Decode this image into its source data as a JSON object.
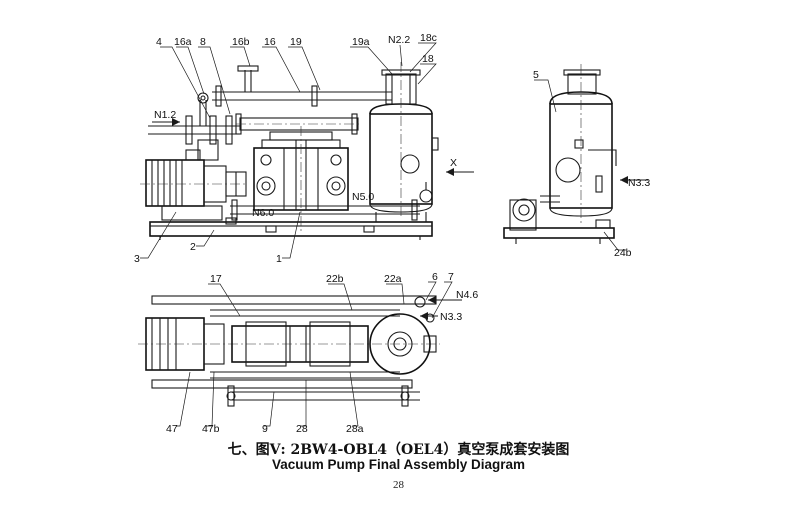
{
  "caption": {
    "chinese": "七、图Ⅴ: 2BW4-OBL4（OEL4）真空泵成套安装图",
    "english": "Vacuum Pump Final Assembly Diagram",
    "page_number": "28"
  },
  "front_view_labels": {
    "l4": "4",
    "l16a": "16a",
    "l8": "8",
    "l16b": "16b",
    "l16": "16",
    "l19": "19",
    "l19a": "19a",
    "n22": "N2.2",
    "l18c": "18c",
    "l18": "18",
    "n12": "N1.2",
    "n60": "N6.0",
    "n50": "N5.0",
    "x": "X",
    "l3": "3",
    "l2": "2",
    "l1": "1"
  },
  "side_view_labels": {
    "l5": "5",
    "n33": "N3.3",
    "l24b": "24b"
  },
  "top_view_labels": {
    "l17": "17",
    "l22b": "22b",
    "l22a": "22a",
    "l6": "6",
    "l7": "7",
    "n46": "N4.6",
    "n33": "N3.3",
    "l47": "47",
    "l47b": "47b",
    "l9": "9",
    "l28": "28",
    "l28a": "28a"
  }
}
